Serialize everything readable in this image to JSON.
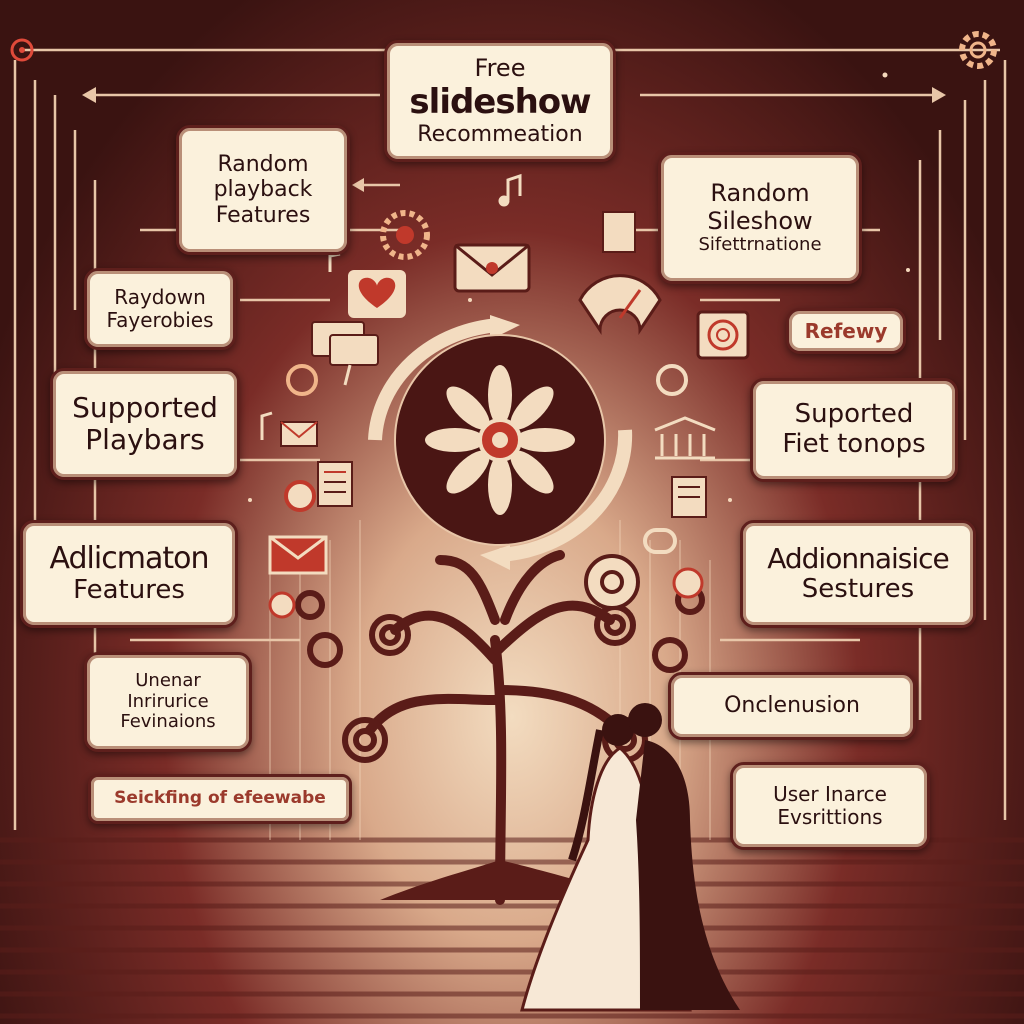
{
  "cards": [
    {
      "id": "free-slideshow",
      "lines": [
        "Free",
        "slideshow",
        "Recommeation"
      ]
    },
    {
      "id": "random-playback",
      "lines": [
        "Random",
        "playback",
        "Features"
      ]
    },
    {
      "id": "random-sileshow",
      "lines": [
        "Random",
        "Sileshow",
        "Sifettrnatione"
      ]
    },
    {
      "id": "raydown",
      "lines": [
        "Raydown",
        "Fayerobies"
      ]
    },
    {
      "id": "refewy",
      "lines": [
        "Refewy"
      ]
    },
    {
      "id": "supported-playbars",
      "lines": [
        "Supported",
        "Playbars"
      ]
    },
    {
      "id": "suported-fiet",
      "lines": [
        "Suported",
        "Fiet tonops"
      ]
    },
    {
      "id": "adlicmaton",
      "lines": [
        "Adlicmaton",
        "Features"
      ]
    },
    {
      "id": "addionnaisice",
      "lines": [
        "Addionnaisice",
        "Sestures"
      ]
    },
    {
      "id": "unenar",
      "lines": [
        "Unenar",
        "Inrirurice",
        "Fevinaions"
      ]
    },
    {
      "id": "onclenusion",
      "lines": [
        "Onclenusion"
      ]
    },
    {
      "id": "user-inarce",
      "lines": [
        "User Inarce",
        "Evsrittions"
      ]
    },
    {
      "id": "seickfing",
      "lines": [
        "Seickfing of efeewabe"
      ]
    }
  ],
  "icons": [
    "sun-gear-icon",
    "gear-icon",
    "envelope-icon",
    "heart-icon",
    "music-note-icon",
    "folder-icon",
    "document-icon",
    "flower-icon",
    "cycle-arrows-icon",
    "building-icon",
    "ring-icon",
    "rose-icon",
    "couple-figure",
    "tree-illustration"
  ],
  "colors": {
    "background": "#3b1412",
    "card": "#fbf1dc",
    "ink": "#2b1010",
    "line": "#e8c6a8",
    "accent": "#c0392b"
  }
}
